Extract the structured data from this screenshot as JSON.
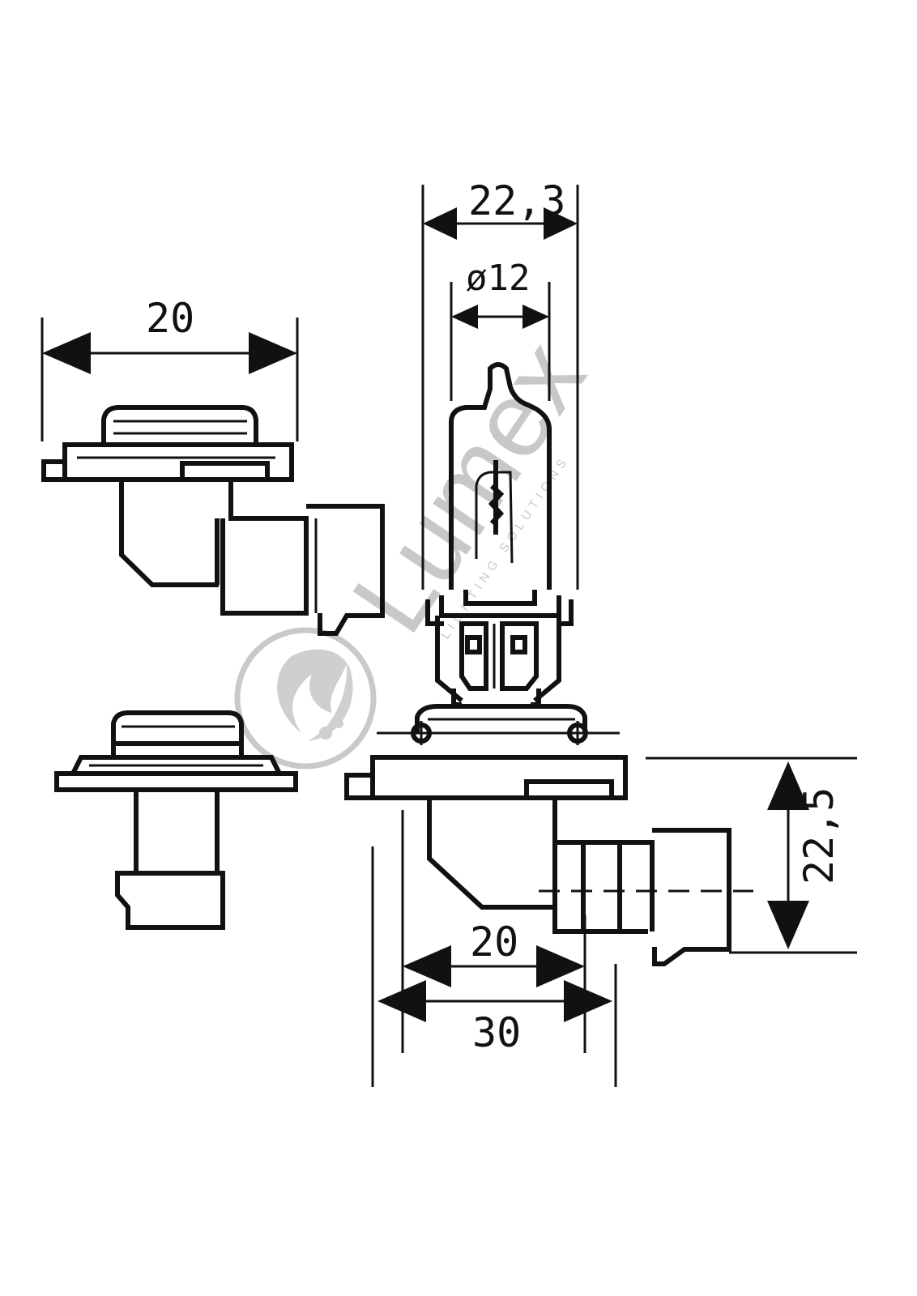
{
  "dimensions": {
    "top_width": "22,3",
    "diameter": "ø12",
    "left_width": "20",
    "base_inner": "20",
    "base_outer": "30",
    "connector_height": "22,5"
  },
  "watermark": {
    "brand": "Lumex",
    "tagline": "LIGHTING SOLUTIONS"
  },
  "colors": {
    "line": "#111111",
    "watermark": "#c8c8c8",
    "background": "#ffffff"
  }
}
